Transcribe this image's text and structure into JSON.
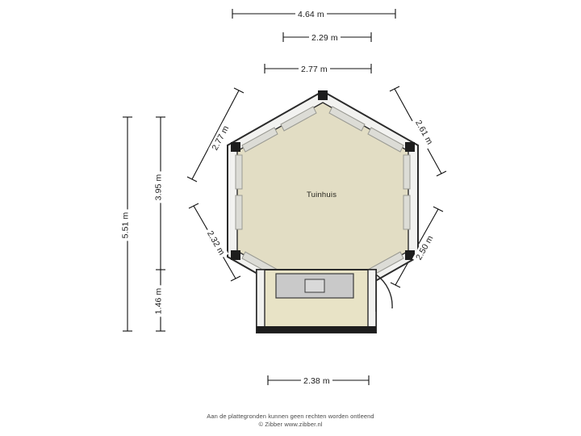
{
  "plan": {
    "room_label": "Tuinhuis",
    "colors": {
      "floor_fill": "#e2ddc4",
      "porch_fill": "#e8e3c6",
      "wall_fill": "#f2f2f0",
      "wall_stroke": "#2b2b2b",
      "dim_line": "#111111",
      "furniture_fill": "#c9c9c9",
      "furniture_stroke": "#3a3a3a",
      "background": "#ffffff"
    }
  },
  "dimensions": {
    "top": [
      {
        "name": "overall-width",
        "text": "4.64 m"
      },
      {
        "name": "inner-width",
        "text": "2.29 m"
      },
      {
        "name": "upper-width",
        "text": "2.77 m"
      }
    ],
    "left": [
      {
        "name": "overall-height",
        "text": "5.51 m"
      },
      {
        "name": "main-height",
        "text": "3.95 m"
      },
      {
        "name": "porch-height",
        "text": "1.46 m"
      }
    ],
    "diagonals": [
      {
        "name": "upper-left-wall",
        "text": "2.77 m"
      },
      {
        "name": "upper-right-wall",
        "text": "2.61 m"
      },
      {
        "name": "lower-left-wall",
        "text": "2.32 m"
      },
      {
        "name": "lower-right-wall",
        "text": "2.50 m"
      }
    ],
    "bottom": [
      {
        "name": "porch-width",
        "text": "2.38 m"
      }
    ]
  },
  "footer": {
    "line1": "Aan de plattegronden kunnen geen rechten worden ontleend",
    "line2": "© Zibber www.zibber.nl"
  }
}
